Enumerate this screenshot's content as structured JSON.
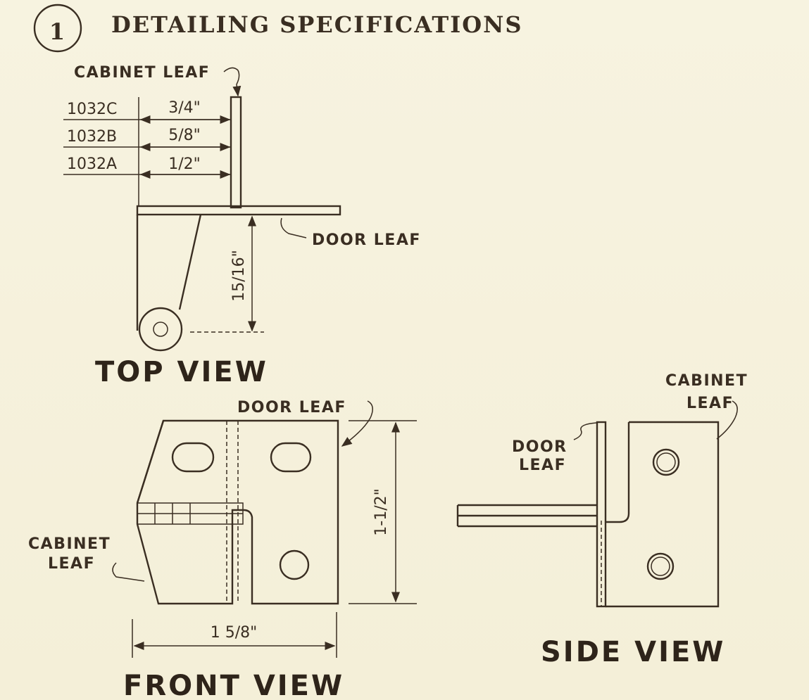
{
  "header": {
    "number": "1",
    "title": "DETAILING SPECIFICATIONS"
  },
  "top_view": {
    "title": "TOP VIEW",
    "cabinet_leaf": "CABINET LEAF",
    "door_leaf": "DOOR LEAF",
    "models": [
      {
        "code": "1032C",
        "size": "3/4\""
      },
      {
        "code": "1032B",
        "size": "5/8\""
      },
      {
        "code": "1032A",
        "size": "1/2\""
      }
    ],
    "depth": "15/16\""
  },
  "front_view": {
    "title": "FRONT VIEW",
    "door_leaf": "DOOR LEAF",
    "cabinet_leaf_line1": "CABINET",
    "cabinet_leaf_line2": "LEAF",
    "height": "1-1/2\"",
    "width": "1 5/8\""
  },
  "side_view": {
    "title": "SIDE VIEW",
    "cabinet_leaf_line1": "CABINET",
    "cabinet_leaf_line2": "LEAF",
    "door_leaf_line1": "DOOR",
    "door_leaf_line2": "LEAF"
  }
}
